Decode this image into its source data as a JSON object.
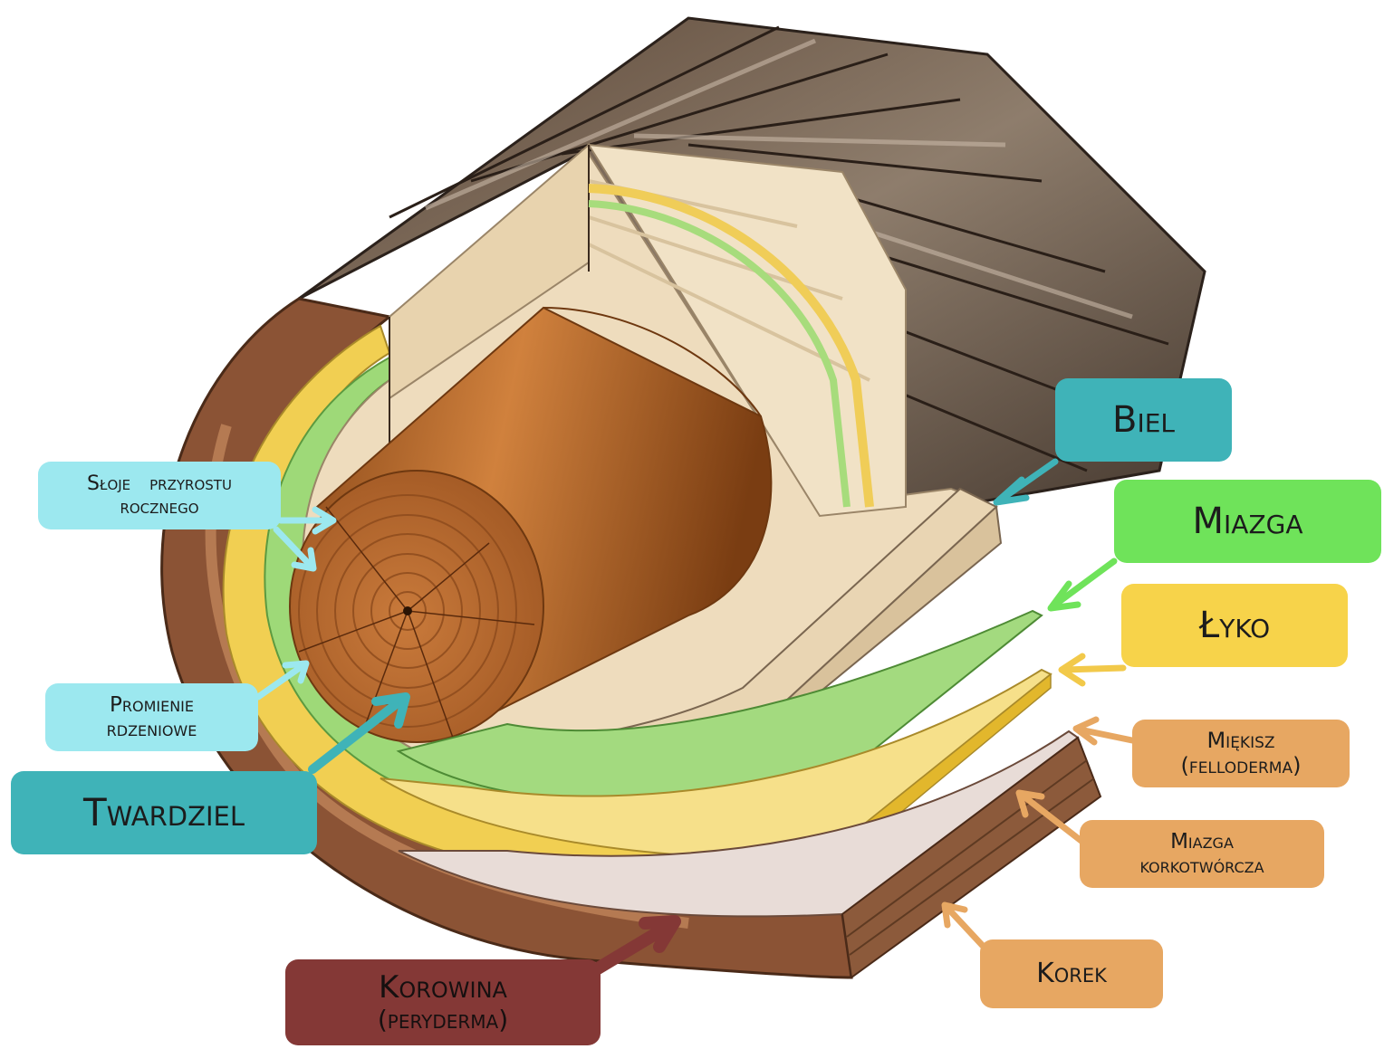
{
  "labels": {
    "biel": {
      "text": "Biel",
      "color": "#3fb3b8"
    },
    "miazga": {
      "text": "Miazga",
      "color": "#6fe35a"
    },
    "lyko": {
      "text": "Łyko",
      "color": "#f7d34a"
    },
    "miekisz": {
      "line1": "Miękisz",
      "line2": "(felloderma)",
      "color": "#e7a762"
    },
    "miazga_korkotworcza": {
      "line1": "Miazga",
      "line2": "korkotwórcza",
      "color": "#e7a762"
    },
    "korek": {
      "text": "Korek",
      "color": "#e7a762"
    },
    "korowina": {
      "line1": "Korowina",
      "line2": "(peryderma)",
      "color": "#843836"
    },
    "twardziel": {
      "text": "Twardziel",
      "color": "#3fb3b8"
    },
    "promienie": {
      "line1": "Promienie",
      "line2": "rdzeniowe",
      "color": "#9ce8ef"
    },
    "sloje": {
      "line1": "Słoje   przyrostu",
      "line2": "rocznego",
      "color": "#9ce8ef"
    }
  },
  "colors": {
    "bark": "#8a5a3c",
    "heartwood": "#b56a2c",
    "sapwood": "#eedcbd",
    "cambium": "#9dd97a",
    "phloem": "#f4d86a"
  }
}
